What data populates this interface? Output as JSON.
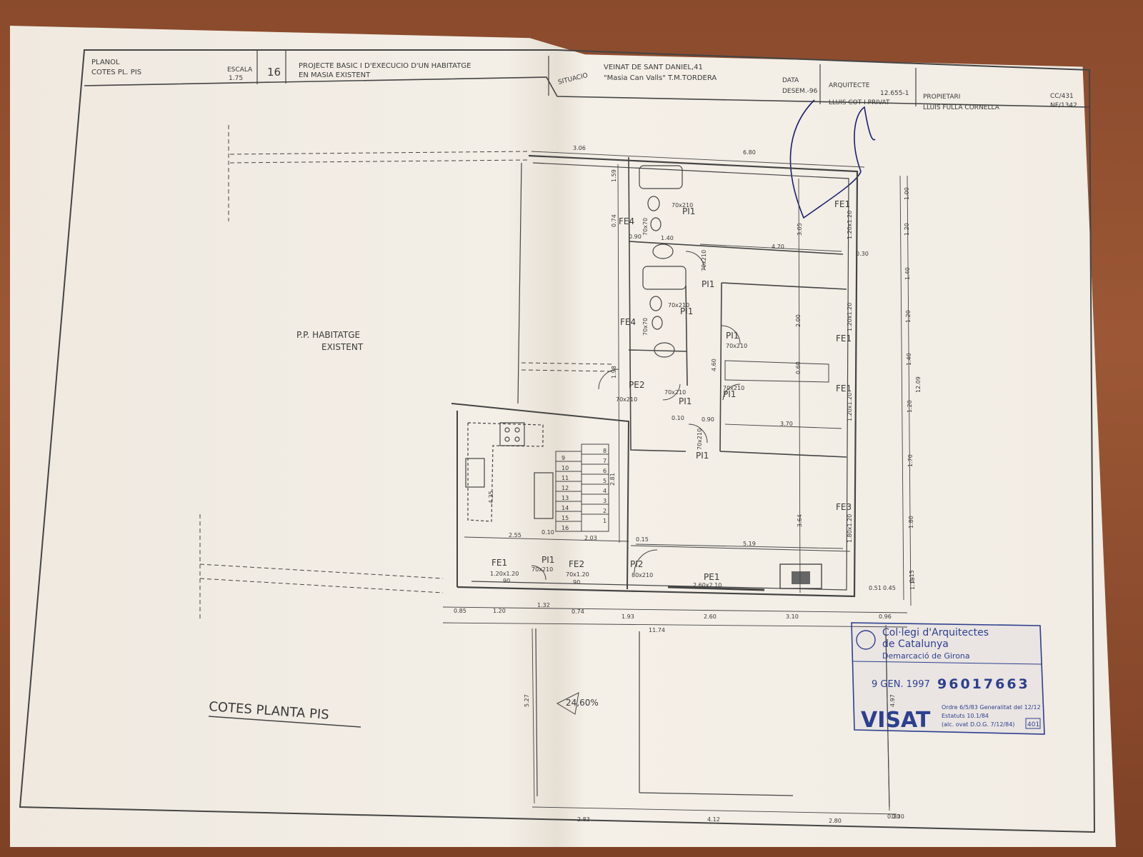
{
  "title_block": {
    "planol_label": "PLANOL",
    "planol_value": "COTES PL. PIS",
    "escala_label": "ESCALA",
    "escala_value": "1.75",
    "sheet_number": "16",
    "project_line1": "PROJECTE BASIC I D'EXECUCIO  D'UN HABITATGE",
    "project_line2": "EN MASIA EXISTENT",
    "situacio_label": "SITUACIO",
    "situacio_line1": "VEINAT DE SANT DANIEL,41",
    "situacio_line2": "\"Masia Can Valls\" T.M.TORDERA",
    "data_label": "DATA",
    "data_value": "DESEM.-96",
    "arquitecte_label": "ARQUITECTE",
    "arquitecte_number": "12.655-1",
    "arquitecte_name": "LLUIS COT I PRIVAT",
    "propietari_label": "PROPIETARI",
    "propietari_name": "LLUIS FULLA CORNELLA",
    "ref1": "CC/431",
    "ref2": "NF/1342"
  },
  "drawing": {
    "existing_label_1": "P.P. HABITATGE",
    "existing_label_2": "EXISTENT",
    "plan_title": "COTES PLANTA PIS",
    "slope": "24,60%"
  },
  "openings": [
    {
      "code": "FE1",
      "size": "1.20x1.20"
    },
    {
      "code": "FE1",
      "size": "1.20x1.20"
    },
    {
      "code": "FE1",
      "size": "1.20x1.20"
    },
    {
      "code": "FE1",
      "size": "1.20x1.20"
    },
    {
      "code": "FE2",
      "size": "70x1.20"
    },
    {
      "code": "FE3",
      "size": "1.80x1.20"
    },
    {
      "code": "FE4",
      "size": "70x70"
    },
    {
      "code": "FE4",
      "size": "70x70"
    },
    {
      "code": "PE1",
      "size": "2.60x2.10"
    },
    {
      "code": "PE2",
      "size": "70x210"
    },
    {
      "code": "PI1",
      "size": "70x210"
    },
    {
      "code": "PI2",
      "size": "80x210"
    }
  ],
  "dimensions": {
    "top": [
      "3.06",
      "6.80"
    ],
    "bottom_row1": [
      "0.85",
      "1.20",
      "1.32",
      "0.74",
      "1.93",
      "2.60",
      "3.10",
      "0.96"
    ],
    "bottom_total": "11.74",
    "lower_row": [
      "2.83",
      "4.12",
      "2.80",
      "0.30"
    ],
    "right_column": [
      "1.00",
      "1.20",
      "1.40",
      "1.20",
      "1.40",
      "1.20",
      "1.70",
      "1.80",
      "0.15",
      "1.19"
    ],
    "right_total": "12.09",
    "interior": [
      "4.70",
      "3.70",
      "5.19",
      "2.55",
      "0.10",
      "2.03",
      "0.15",
      "2.00",
      "2.81",
      "4.35",
      "3.64",
      "3.05",
      "0.60",
      "1.40",
      "0.90",
      "0.10",
      "0.90",
      "1.59",
      "1.98",
      "0.74",
      "5.27",
      "4.97",
      "4.60",
      "0.30",
      "0.51",
      "0.45",
      "0.30"
    ],
    "sill_90": "90"
  },
  "stair_numbers": [
    "9",
    "10",
    "11",
    "12",
    "13",
    "14",
    "15",
    "16",
    "8",
    "7",
    "6",
    "5",
    "4",
    "3",
    "2",
    "1"
  ],
  "stamp": {
    "org_line1": "Col·legi d'Arquitectes",
    "org_line2": "de Catalunya",
    "org_line3": "Demarcació de Girona",
    "date": "9 GEN. 1997",
    "number": "96017663",
    "visat": "VISAT",
    "note1": "Ordre 6/5/83  Generalitat del  12/12",
    "note2": "Estatuts 10.1/84",
    "note3": "(alc. ovat D.O.G. 7/12/84)",
    "code": "401"
  },
  "colors": {
    "table": "#8a4a2c",
    "paper": "#f1ece4",
    "ink": "#3a3a3a",
    "stamp": "#2d3f8f",
    "signature": "#1a1f6e"
  }
}
